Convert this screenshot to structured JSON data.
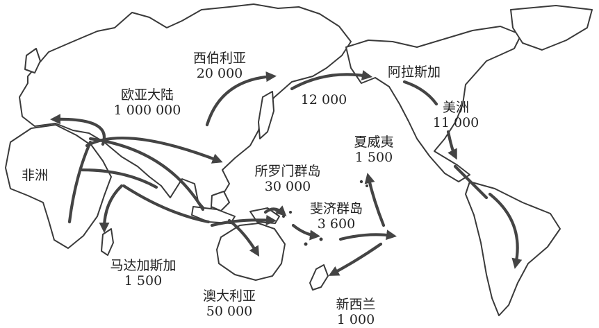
{
  "map": {
    "regions": [
      {
        "id": "africa",
        "name": "非洲",
        "value": ""
      },
      {
        "id": "eurasia",
        "name": "欧亚大陆",
        "value": "1 000 000"
      },
      {
        "id": "siberia",
        "name": "西伯利亚",
        "value": "20 000"
      },
      {
        "id": "bering",
        "name": "",
        "value": "12 000"
      },
      {
        "id": "alaska",
        "name": "阿拉斯加",
        "value": ""
      },
      {
        "id": "americas",
        "name": "美洲",
        "value": "11 000"
      },
      {
        "id": "hawaii",
        "name": "夏威夷",
        "value": "1 500"
      },
      {
        "id": "solomon",
        "name": "所罗门群岛",
        "value": "30 000"
      },
      {
        "id": "fiji",
        "name": "斐济群岛",
        "value": "3 600"
      },
      {
        "id": "madagascar",
        "name": "马达加斯加",
        "value": "1 500"
      },
      {
        "id": "australia",
        "name": "澳大利亚",
        "value": "50 000"
      },
      {
        "id": "newzealand",
        "name": "新西兰",
        "value": "1 000"
      }
    ],
    "colors": {
      "outline": "#3a3a3a",
      "arrow": "#444444",
      "text": "#222222"
    }
  }
}
